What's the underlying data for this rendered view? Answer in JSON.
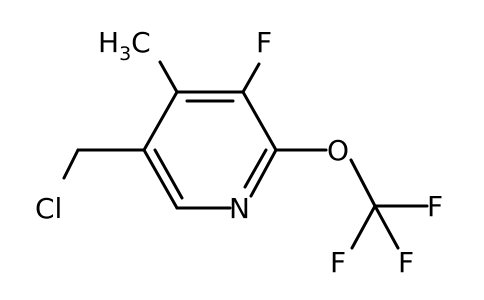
{
  "molecule": {
    "atoms": {
      "methyl": {
        "main": "H",
        "subscript": "3",
        "tail": "C"
      },
      "fluoro": "F",
      "chlorine": "Cl",
      "nitrogen": "N",
      "oxygen": "O",
      "cf3_f1": "F",
      "cf3_f2": "F",
      "cf3_f3": "F"
    }
  },
  "colors": {
    "ink": "#000000",
    "background": "#ffffff"
  }
}
